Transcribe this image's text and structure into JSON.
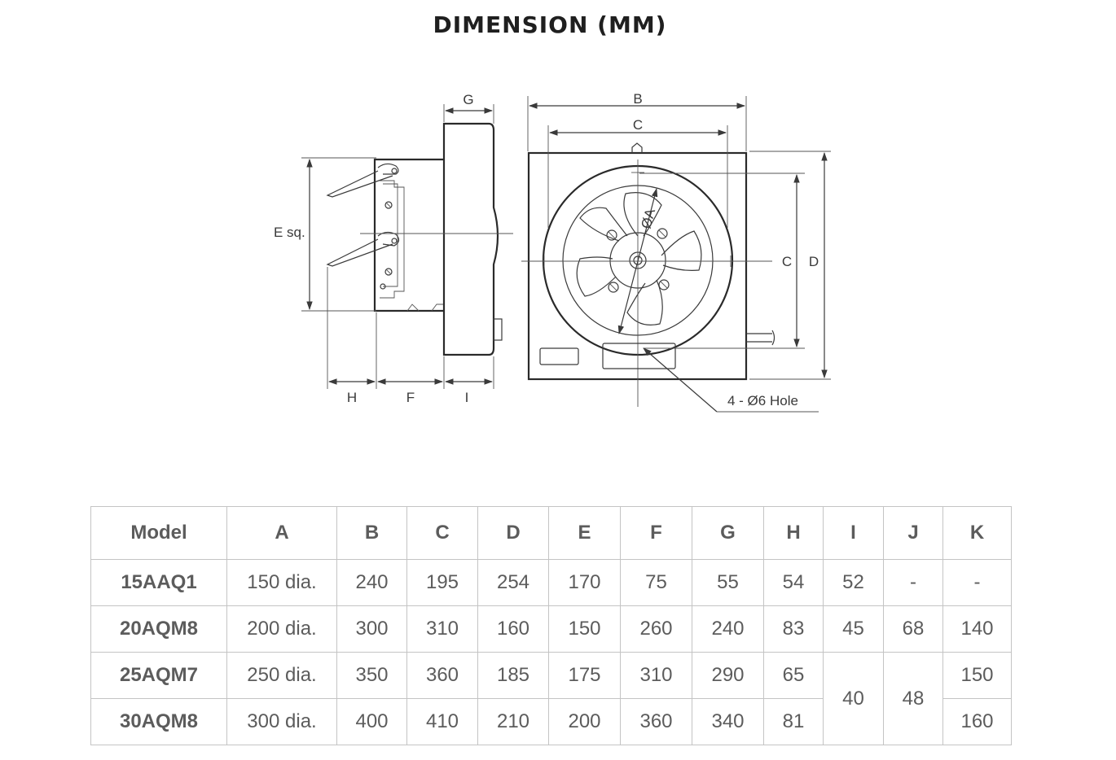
{
  "title": "DIMENSION (MM)",
  "diagram": {
    "labels": {
      "g": "G",
      "b": "B",
      "c_top": "C",
      "c_side": "C",
      "d": "D",
      "e": "E sq.",
      "a": "ØA",
      "h": "H",
      "f": "F",
      "i": "I",
      "hole": "4 - Ø6 Hole"
    }
  },
  "table": {
    "headers": [
      "Model",
      "A",
      "B",
      "C",
      "D",
      "E",
      "F",
      "G",
      "H",
      "I",
      "J",
      "K"
    ],
    "rows": [
      {
        "model": "15AAQ1",
        "a": "150 dia.",
        "b": "240",
        "c": "195",
        "d": "254",
        "e": "170",
        "f": "75",
        "g": "55",
        "h": "54",
        "i": "52",
        "j": "-",
        "k": "-"
      },
      {
        "model": "20AQM8",
        "a": "200 dia.",
        "b": "300",
        "c": "310",
        "d": "160",
        "e": "150",
        "f": "260",
        "g": "240",
        "h": "83",
        "i": "45",
        "j": "68",
        "k": "140"
      },
      {
        "model": "25AQM7",
        "a": "250 dia.",
        "b": "350",
        "c": "360",
        "d": "185",
        "e": "175",
        "f": "310",
        "g": "290",
        "h": "65",
        "k": "150"
      },
      {
        "model": "30AQM8",
        "a": "300 dia.",
        "b": "400",
        "c": "410",
        "d": "210",
        "e": "200",
        "f": "360",
        "g": "340",
        "h": "81",
        "k": "160"
      }
    ],
    "merged": {
      "i": "40",
      "j": "48"
    }
  }
}
